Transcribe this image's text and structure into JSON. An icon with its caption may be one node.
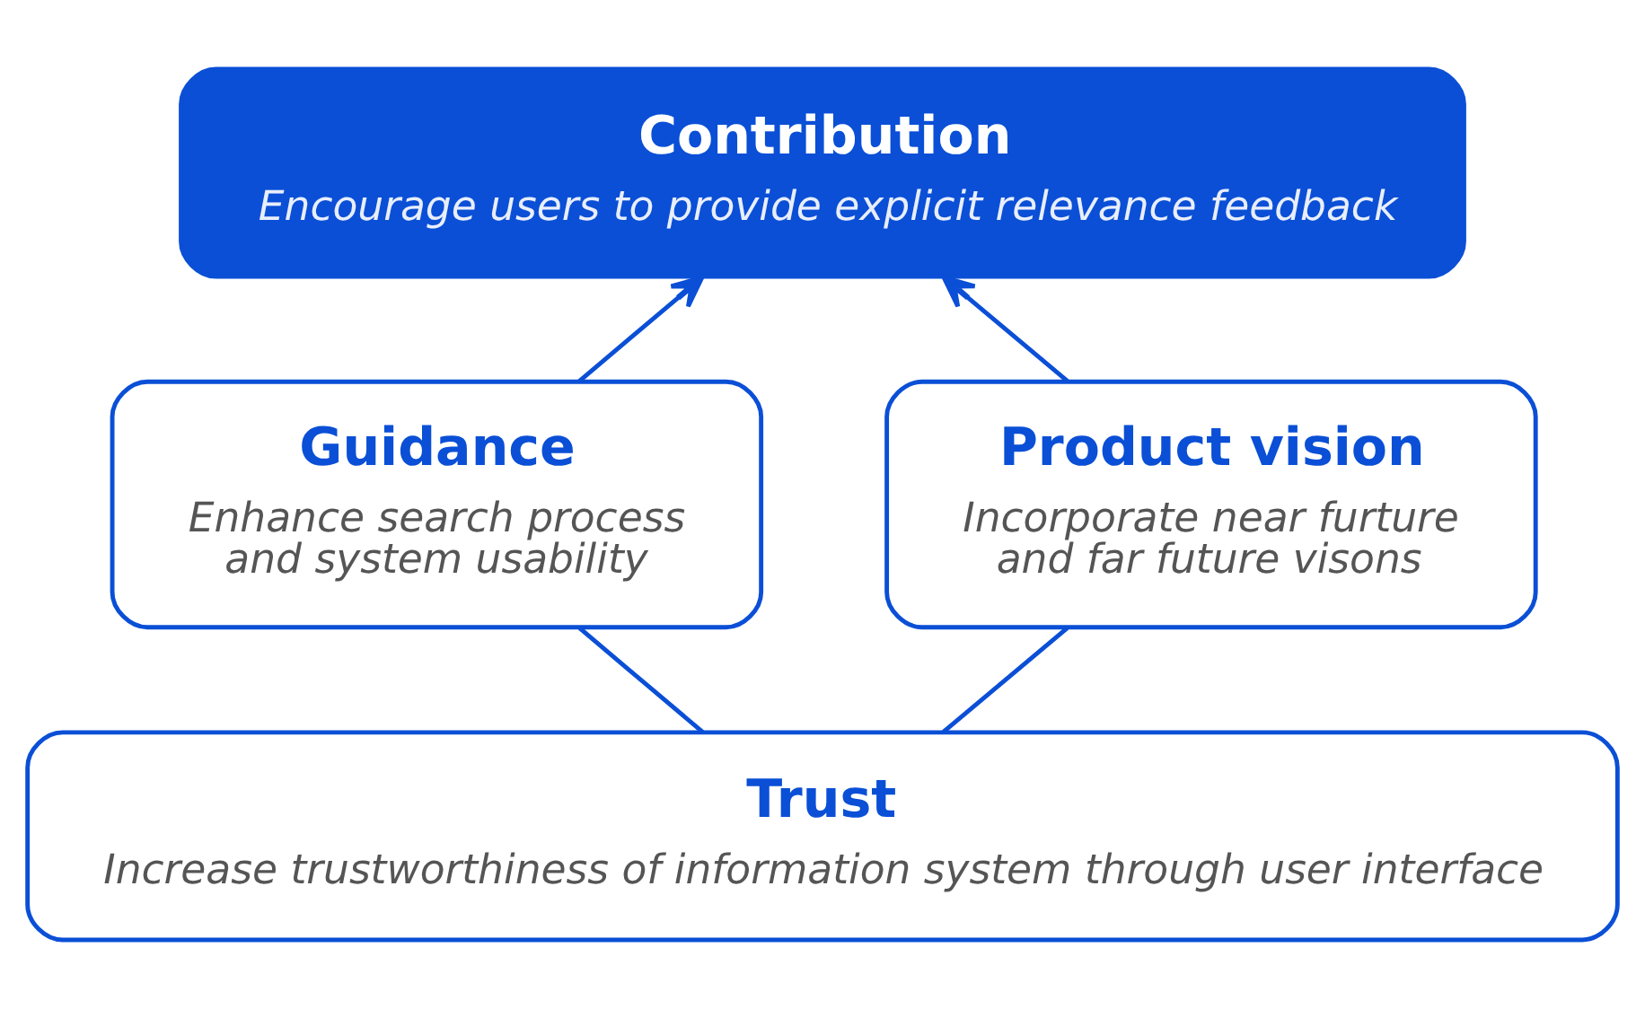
{
  "diagram": {
    "nodes": [
      {
        "text": [
          "Contribution",
          "Encourage users to provide explicit relevance feedback"
        ]
      },
      {
        "text": [
          "Guidance",
          "Enhance search process and system usability"
        ]
      },
      {
        "text": [
          "Product vision",
          "Incorporate near furture and far future visons"
        ]
      },
      {
        "text": [
          "Trust",
          "Increase trustworthiness of information system through user interface"
        ]
      }
    ],
    "edges": [
      {
        "from": 1,
        "to": 0,
        "arrow": "to"
      },
      {
        "from": 2,
        "to": 0,
        "arrow": "to"
      },
      {
        "from": 3,
        "to": 1,
        "arrow": "none"
      },
      {
        "from": 3,
        "to": 2,
        "arrow": "none"
      }
    ]
  }
}
